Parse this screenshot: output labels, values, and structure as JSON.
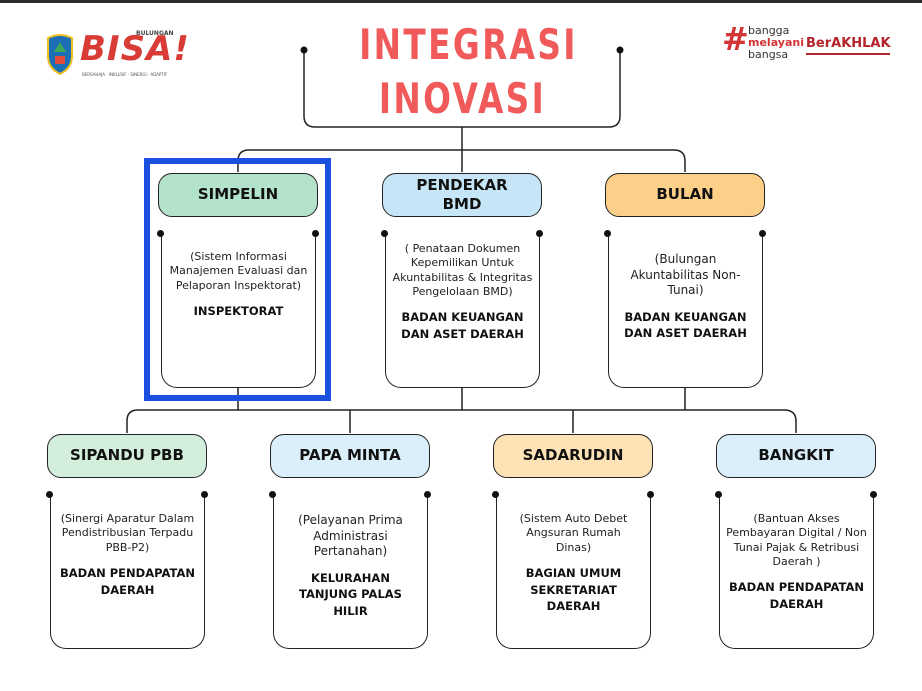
{
  "title_lines": [
    "INTEGRASI",
    "INOVASI"
  ],
  "logos": {
    "left": {
      "small_text": "BULUNGAN",
      "brand": "BISA!",
      "tagline": "BERSAHAJA · INKLUSIF · SINERGI · ADAPTIF"
    },
    "right": {
      "hashtag": "#",
      "line1": "bangga",
      "line2": "melayani",
      "line3": "bangsa",
      "brand": "BerAKHLAK"
    }
  },
  "colors": {
    "title": "#f05a5a",
    "highlight": "#1a4fe0",
    "green": "#b4e3cb",
    "blue": "#c6e6f7",
    "orange": "#fdd08a",
    "light_green": "#d4eedc",
    "light_blue": "#dbeffa",
    "light_orange": "#fde2b6"
  },
  "top_row": [
    {
      "name": "SIMPELIN",
      "description": "(Sistem Informasi Manajemen Evaluasi dan Pelaporan Inspektorat)",
      "org": "INSPEKTORAT",
      "highlighted": true
    },
    {
      "name": "PENDEKAR BMD",
      "description": "( Penataan Dokumen Kepemilikan Untuk Akuntabilitas & Integritas Pengelolaan BMD)",
      "org": "BADAN KEUANGAN DAN ASET DAERAH"
    },
    {
      "name": "BULAN",
      "description": "(Bulungan Akuntabilitas Non-Tunai)",
      "org": "BADAN KEUANGAN DAN ASET DAERAH"
    }
  ],
  "bottom_row": [
    {
      "name": "SIPANDU PBB",
      "description": "(Sinergi Aparatur Dalam Pendistribusian Terpadu PBB-P2)",
      "org": "BADAN PENDAPATAN DAERAH"
    },
    {
      "name": "PAPA MINTA",
      "description": "(Pelayanan Prima Administrasi Pertanahan)",
      "org": "KELURAHAN TANJUNG PALAS HILIR"
    },
    {
      "name": "SADARUDIN",
      "description": "(Sistem Auto Debet Angsuran Rumah Dinas)",
      "org": "BAGIAN UMUM SEKRETARIAT DAERAH"
    },
    {
      "name": "BANGKIT",
      "description": "(Bantuan Akses Pembayaran Digital / Non Tunai Pajak & Retribusi Daerah )",
      "org": "BADAN PENDAPATAN DAERAH"
    }
  ]
}
